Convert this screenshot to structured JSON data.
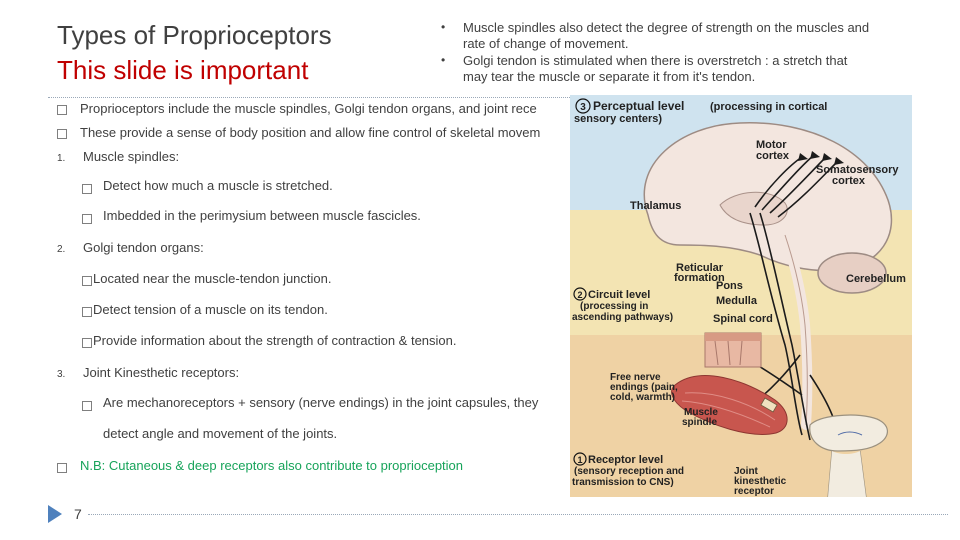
{
  "title": {
    "line1": "Types of Proprioceptors",
    "line2": "This slide is important"
  },
  "top_bullets": [
    {
      "bullet": "•",
      "line1": "Muscle spindles also detect the degree of strength on the muscles and",
      "line2": "rate of change of movement."
    },
    {
      "bullet": "•",
      "line1": "Golgi tendon is stimulated when there is overstretch : a stretch that",
      "line2": "may tear the muscle or separate it from it's tendon."
    }
  ],
  "body": {
    "intro1": "Proprioceptors include the muscle spindles, Golgi tendon organs, and joint rece",
    "intro2": "These provide a sense of body position and allow fine control of skeletal movem",
    "item1": {
      "num": "1.",
      "heading": "Muscle spindles:",
      "sub1": "Detect how much a muscle is stretched.",
      "sub2": "Imbedded in the perimysium between muscle fascicles."
    },
    "item2": {
      "num": "2.",
      "heading": "Golgi tendon organs:",
      "sub1": "Located near the muscle-tendon junction.",
      "sub2": "Detect tension of a muscle on its tendon.",
      "sub3": "Provide information about the  strength of contraction & tension."
    },
    "item3": {
      "num": "3.",
      "heading": "Joint Kinesthetic receptors:",
      "sub1": "Are mechanoreceptors + sensory (nerve endings) in the joint  capsules, they",
      "sub1b": "detect angle and  movement of the joints."
    },
    "note": "N.B: Cutaneous & deep receptors also  contribute to proprioception"
  },
  "page_number": "7",
  "diagram": {
    "perceptual_num": "3",
    "perceptual_title": "Perceptual level",
    "perceptual_desc1": "(processing in cortical",
    "perceptual_desc2": "sensory centers)",
    "motor_cortex1": "Motor",
    "motor_cortex2": "cortex",
    "somatosensory1": "Somatosensory",
    "somatosensory2": "cortex",
    "thalamus": "Thalamus",
    "reticular1": "Reticular",
    "reticular2": "formation",
    "cerebellum": "Cerebellum",
    "pons": "Pons",
    "medulla": "Medulla",
    "spinal_cord": "Spinal cord",
    "circuit_num": "2",
    "circuit_title": "Circuit level",
    "circuit_desc1": "(processing in",
    "circuit_desc2": "ascending pathways)",
    "free_nerve1": "Free nerve",
    "free_nerve2": "endings (pain,",
    "free_nerve3": "cold, warmth)",
    "muscle_spindle1": "Muscle",
    "muscle_spindle2": "spindle",
    "receptor_num": "1",
    "receptor_title": "Receptor level",
    "receptor_desc1": "(sensory reception and",
    "receptor_desc2": "transmission to CNS)",
    "joint1": "Joint",
    "joint2": "kinesthetic",
    "joint3": "receptor",
    "colors": {
      "upper_bg": "#cfe3ef",
      "middle_bg": "#f3e4b3",
      "lower_bg": "#efd2a4",
      "brain": "#f3e6df",
      "nerve": "#1b1b1b"
    }
  }
}
